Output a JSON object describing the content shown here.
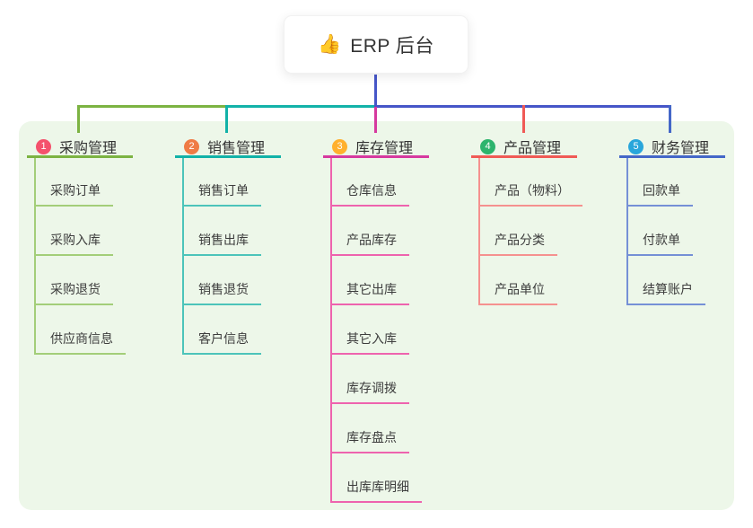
{
  "root": {
    "icon": "👍",
    "title": "ERP 后台",
    "connector_color": "#4656c8"
  },
  "canvas": {
    "background": "#ffffff",
    "panel_bg": "#edf7e9"
  },
  "branches": [
    {
      "number": "1",
      "title": "采购管理",
      "badge_color": "#f4516c",
      "color": "#7cb342",
      "child_color": "#a3ce79",
      "children": [
        "采购订单",
        "采购入库",
        "采购退货",
        "供应商信息"
      ]
    },
    {
      "number": "2",
      "title": "销售管理",
      "badge_color": "#ef7b45",
      "color": "#12b2a8",
      "child_color": "#4cc4ba",
      "children": [
        "销售订单",
        "销售出库",
        "销售退货",
        "客户信息"
      ]
    },
    {
      "number": "3",
      "title": "库存管理",
      "badge_color": "#ffb02e",
      "color": "#d6399f",
      "child_color": "#ee63ae",
      "children": [
        "仓库信息",
        "产品库存",
        "其它出库",
        "其它入库",
        "库存调拨",
        "库存盘点",
        "出库库明细"
      ]
    },
    {
      "number": "4",
      "title": "产品管理",
      "badge_color": "#2db46d",
      "color": "#f05a56",
      "child_color": "#f5918f",
      "children": [
        "产品（物料）",
        "产品分类",
        "产品单位"
      ]
    },
    {
      "number": "5",
      "title": "财务管理",
      "badge_color": "#29a6db",
      "color": "#4467c8",
      "child_color": "#7590d6",
      "children": [
        "回款单",
        "付款单",
        "结算账户"
      ]
    }
  ]
}
